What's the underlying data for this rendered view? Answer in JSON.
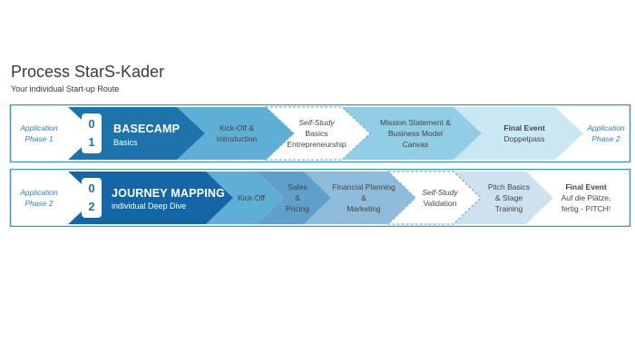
{
  "header": {
    "title": "Process StarS-Kader",
    "subtitle": "Your individual Start-up Route"
  },
  "colors": {
    "dark_blue": "#1e73ad",
    "mid_blue": "#5faed6",
    "light_blue": "#92cde6",
    "pale_blue": "#c9e8f4",
    "row2_dark": "#1566a6",
    "row2_sales": "#5ea0cb",
    "row2_plan": "#8fbcda",
    "row2_pitch": "#cfe1ee",
    "border": "#3a96c9"
  },
  "rows": [
    {
      "start_label": [
        "Application",
        "Phase 1"
      ],
      "digits": [
        "0",
        "1"
      ],
      "title": "BASECAMP",
      "subtitle": "Basics",
      "end_label": [
        "Application",
        "Phase 2"
      ],
      "steps": [
        {
          "name": "kickoff-introduction",
          "lines": [
            {
              "t": "Kick-Off &"
            },
            {
              "t": "Introduction"
            }
          ]
        },
        {
          "name": "self-study-basics",
          "lines": [
            {
              "t": "Self-Study",
              "s": "it"
            },
            {
              "t": "Basics"
            },
            {
              "t": "Entrepreneurship"
            }
          ]
        },
        {
          "name": "mission-statement-canvas",
          "lines": [
            {
              "t": "Mission Statement &"
            },
            {
              "t": "Business Model"
            },
            {
              "t": "Canvas"
            }
          ]
        },
        {
          "name": "final-event-doppelpass",
          "lines": [
            {
              "t": "Final Event",
              "s": "b"
            },
            {
              "t": "Doppelpass"
            }
          ]
        }
      ]
    },
    {
      "start_label": [
        "Application",
        "Phase 2"
      ],
      "digits": [
        "0",
        "2"
      ],
      "title": "JOURNEY MAPPING",
      "subtitle": "individual Deep Dive",
      "steps": [
        {
          "name": "kickoff",
          "lines": [
            {
              "t": "Kick-Off"
            }
          ]
        },
        {
          "name": "sales-pricing",
          "lines": [
            {
              "t": "Sales"
            },
            {
              "t": "&"
            },
            {
              "t": "Pricing"
            }
          ]
        },
        {
          "name": "financial-planning-marketing",
          "lines": [
            {
              "t": "Financial Planning"
            },
            {
              "t": "&"
            },
            {
              "t": "Marketing"
            }
          ]
        },
        {
          "name": "self-study-validation",
          "lines": [
            {
              "t": "Self-Study",
              "s": "it"
            },
            {
              "t": "Validation"
            }
          ]
        },
        {
          "name": "pitch-basics-stage-training",
          "lines": [
            {
              "t": "Pitch Basics"
            },
            {
              "t": "& Stage"
            },
            {
              "t": "Training"
            }
          ]
        },
        {
          "name": "final-event-pitch",
          "lines": [
            {
              "t": "Final Event",
              "s": "b"
            },
            {
              "t": "Auf die Plätze,"
            },
            {
              "t": "fertig - PITCH!"
            }
          ]
        }
      ]
    }
  ]
}
